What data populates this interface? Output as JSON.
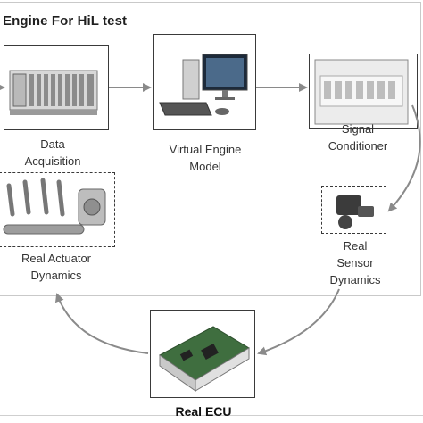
{
  "title": "Engine For HiL test",
  "nodes": {
    "data_acquisition": {
      "lines": [
        "Data",
        "Acquisition"
      ]
    },
    "virtual_engine_model": {
      "lines": [
        "Virtual Engine",
        "Model"
      ]
    },
    "signal_conditioner": {
      "lines": [
        "Signal",
        "Conditioner"
      ]
    },
    "real_sensor_dynamics": {
      "lines": [
        "Real",
        "Sensor",
        "Dynamics"
      ]
    },
    "real_ecu": {
      "lines": [
        "Real ECU"
      ]
    },
    "real_actuator_dynamics": {
      "lines": [
        "Real Actuator",
        "Dynamics"
      ]
    }
  },
  "colors": {
    "arrow": "#8a8a8a",
    "border": "#3a3a3a",
    "text": "#333333"
  }
}
